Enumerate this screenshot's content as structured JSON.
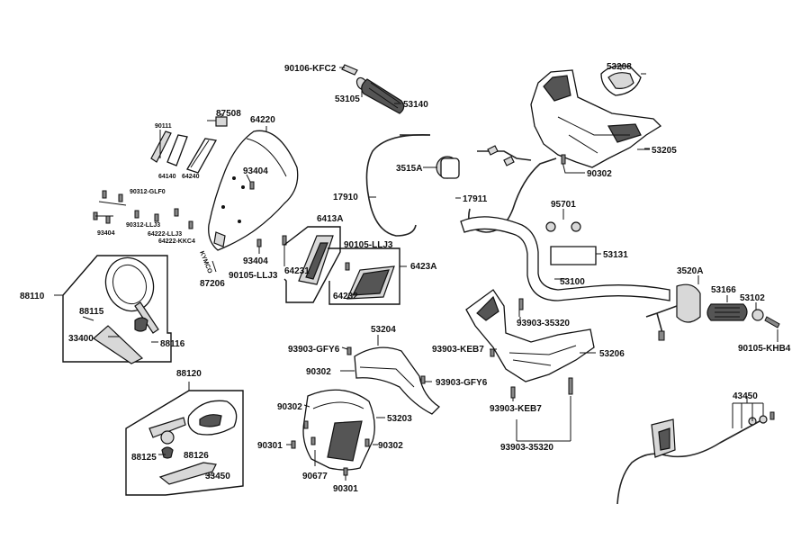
{
  "labels": {
    "p90106": "90106-KFC2",
    "p53105": "53105",
    "p53140": "53140",
    "p53208": "53208",
    "p53205": "53205",
    "p90302a": "90302",
    "p3515A": "3515A",
    "p17910": "17910",
    "p17911": "17911",
    "p95701": "95701",
    "p53131": "53131",
    "p53100": "53100",
    "p3520A": "3520A",
    "p53166": "53166",
    "p53102": "53102",
    "p90105KHB4": "90105-KHB4",
    "p87508": "87508",
    "p64220": "64220",
    "p90111": "90111",
    "p64140": "64140",
    "p64240": "64240",
    "p90312GLF0": "90312-GLF0",
    "p90312LLJ3": "90312-LLJ3",
    "p64222LLJ3": "64222-LLJ3",
    "p93404s": "93404",
    "p64222KKC4": "64222-KKC4",
    "p93404a": "93404",
    "p93404b": "93404",
    "p87206": "87206",
    "p90105LLJ3a": "90105-LLJ3",
    "p6413A": "6413A",
    "p90105LLJ3b": "90105-LLJ3",
    "p64231": "64231",
    "p6423A": "6423A",
    "p64232": "64232",
    "p88110": "88110",
    "p88115": "88115",
    "p33400": "33400",
    "p88116": "88116",
    "p53204": "53204",
    "p93903GFY6a": "93903-GFY6",
    "p90302b": "90302",
    "p93903GFY6b": "93903-GFY6",
    "p93903KEB7a": "93903-KEB7",
    "p93903_35320a": "93903-35320",
    "p53206": "53206",
    "p93903KEB7b": "93903-KEB7",
    "p93903_35320b": "93903-35320",
    "p88120": "88120",
    "p88125": "88125",
    "p88126": "88126",
    "p33450": "33450",
    "p90302c": "90302",
    "p53203": "53203",
    "p90301a": "90301",
    "p90302d": "90302",
    "p90677": "90677",
    "p90301b": "90301",
    "p43450": "43450",
    "windscreen_brand": "KYMCO"
  }
}
